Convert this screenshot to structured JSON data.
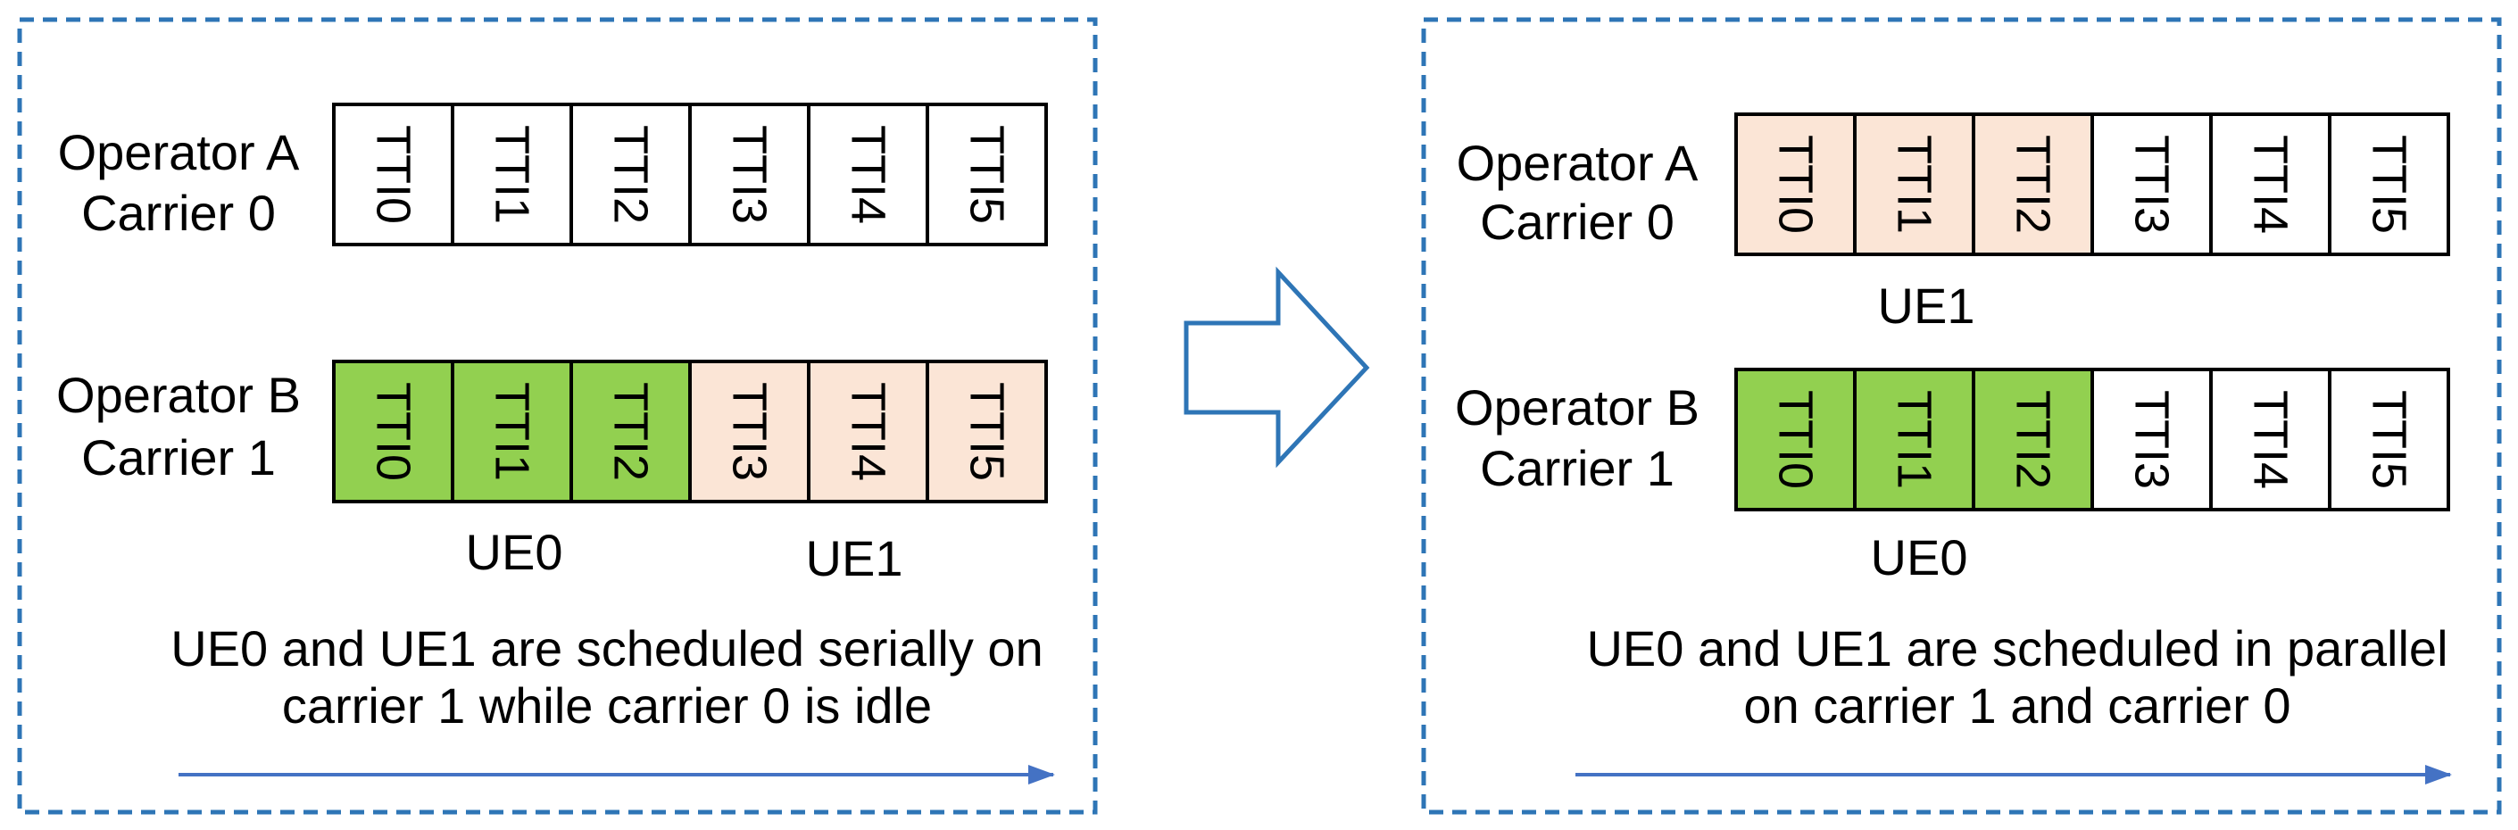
{
  "colors": {
    "green": "#92d050",
    "peach": "#fbe5d6",
    "white": "#ffffff",
    "blue": "#2e75b6",
    "arrow_blue": "#4472c4"
  },
  "before": {
    "rows": [
      {
        "operator": "Operator A",
        "carrier": "Carrier 0",
        "cells": [
          {
            "label": "TTI0",
            "fill": "white"
          },
          {
            "label": "TTI1",
            "fill": "white"
          },
          {
            "label": "TTI2",
            "fill": "white"
          },
          {
            "label": "TTI3",
            "fill": "white"
          },
          {
            "label": "TTI4",
            "fill": "white"
          },
          {
            "label": "TTI5",
            "fill": "white"
          }
        ]
      },
      {
        "operator": "Operator B",
        "carrier": "Carrier 1",
        "cells": [
          {
            "label": "TTI0",
            "fill": "green"
          },
          {
            "label": "TTI1",
            "fill": "green"
          },
          {
            "label": "TTI2",
            "fill": "green"
          },
          {
            "label": "TTI3",
            "fill": "peach"
          },
          {
            "label": "TTI4",
            "fill": "peach"
          },
          {
            "label": "TTI5",
            "fill": "peach"
          }
        ]
      }
    ],
    "ue0_label": "UE0",
    "ue1_label": "UE1",
    "caption_line1": "UE0 and UE1 are scheduled serially on",
    "caption_line2": "carrier 1 while carrier 0 is idle"
  },
  "after": {
    "rows": [
      {
        "operator": "Operator A",
        "carrier": "Carrier 0",
        "cells": [
          {
            "label": "TTI0",
            "fill": "peach"
          },
          {
            "label": "TTI1",
            "fill": "peach"
          },
          {
            "label": "TTI2",
            "fill": "peach"
          },
          {
            "label": "TTI3",
            "fill": "white"
          },
          {
            "label": "TTI4",
            "fill": "white"
          },
          {
            "label": "TTI5",
            "fill": "white"
          }
        ]
      },
      {
        "operator": "Operator B",
        "carrier": "Carrier 1",
        "cells": [
          {
            "label": "TTI0",
            "fill": "green"
          },
          {
            "label": "TTI1",
            "fill": "green"
          },
          {
            "label": "TTI2",
            "fill": "green"
          },
          {
            "label": "TTI3",
            "fill": "white"
          },
          {
            "label": "TTI4",
            "fill": "white"
          },
          {
            "label": "TTI5",
            "fill": "white"
          }
        ]
      }
    ],
    "ue1_label": "UE1",
    "ue0_label": "UE0",
    "caption_line1": "UE0 and UE1 are scheduled in parallel",
    "caption_line2": "on carrier 1 and carrier 0"
  }
}
